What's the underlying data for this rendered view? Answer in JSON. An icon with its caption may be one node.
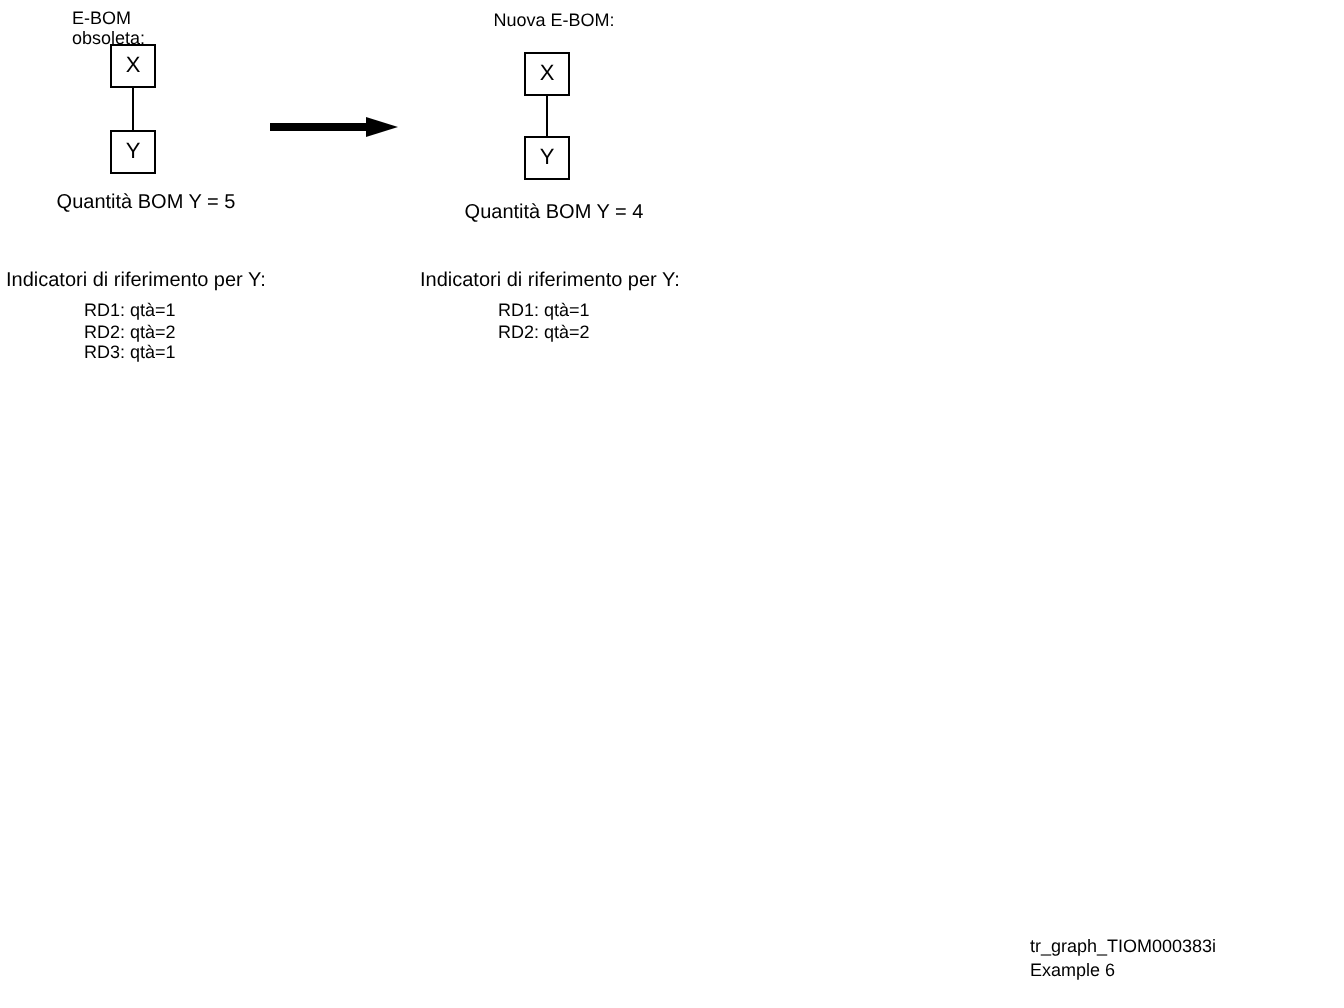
{
  "diagram": {
    "nodes": [
      {
        "text": [
          "X"
        ]
      },
      {
        "text": [
          "Y"
        ],
        "beside": [
          "Quantità BOM Y = 5"
        ]
      },
      {
        "text": [
          "X"
        ]
      },
      {
        "text": [
          "Y"
        ],
        "beside": [
          "Quantità BOM Y = 4"
        ]
      }
    ],
    "edges": [
      {
        "from": 0,
        "to": 1,
        "arrow": "none"
      },
      {
        "from": 2,
        "to": 3,
        "arrow": "none"
      }
    ],
    "labels": [
      "E-BOM obsoleta:",
      "Indicatori di riferimento per Y:",
      "RD1: qtà=1",
      "RD2: qtà=2",
      "RD3: qtà=1",
      "Nuova E-BOM:",
      "Indicatori di riferimento per Y:",
      "RD1: qtà=1",
      "RD2: qtà=2",
      "tr_graph_TIOM000383i",
      "Example 6"
    ]
  }
}
